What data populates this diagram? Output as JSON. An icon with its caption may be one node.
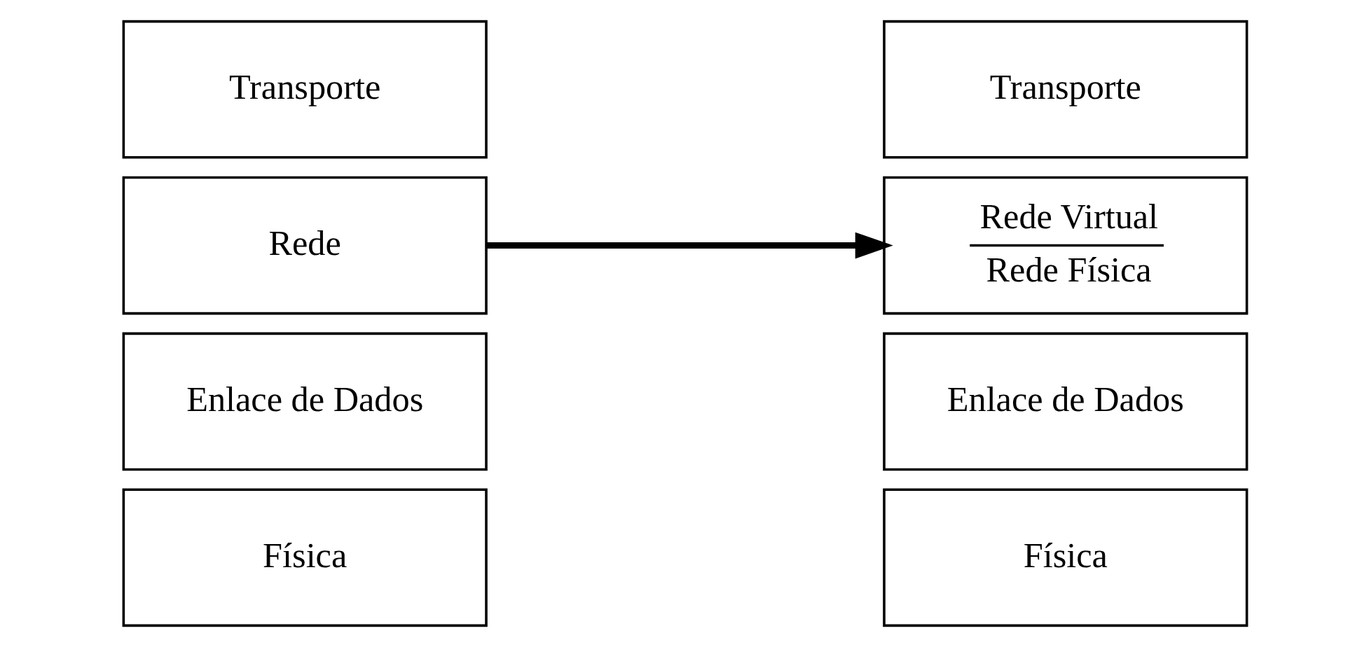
{
  "diagram": {
    "nodes": [
      {
        "text": [
          "Transporte"
        ]
      },
      {
        "text": [
          "Rede"
        ]
      },
      {
        "text": [
          "Enlace de Dados"
        ]
      },
      {
        "text": [
          "Física"
        ]
      },
      {
        "text": [
          "Transporte"
        ]
      },
      {
        "text": [
          "Rede Virtual",
          "Rede Física"
        ]
      },
      {
        "text": [
          "Enlace de Dados"
        ]
      },
      {
        "text": [
          "Física"
        ]
      }
    ],
    "edges": [
      {
        "from": 1,
        "to": 5,
        "arrow": "to"
      }
    ]
  }
}
